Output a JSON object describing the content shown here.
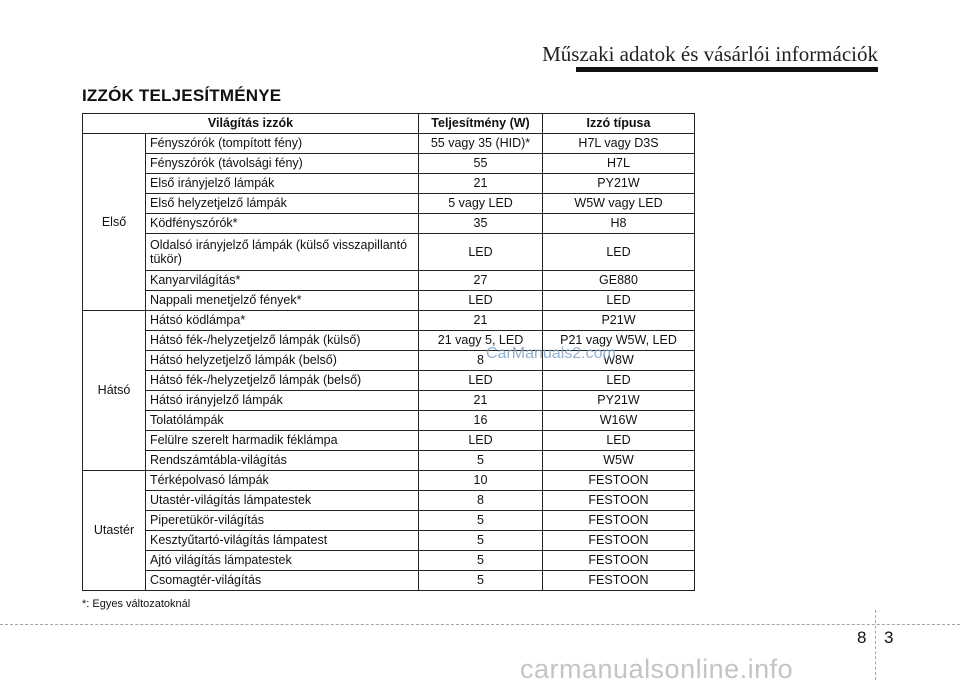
{
  "header": {
    "title": "Műszaki adatok és vásárlói információk"
  },
  "section": {
    "title": "IZZÓK TELJESÍTMÉNYE"
  },
  "table": {
    "headers": [
      "Világítás izzók",
      "Teljesítmény (W)",
      "Izzó típusa"
    ],
    "groups": [
      {
        "label": "Első",
        "rows": [
          [
            "Fényszórók (tompított fény)",
            "55 vagy 35 (HID)*",
            "H7L vagy D3S"
          ],
          [
            "Fényszórók (távolsági fény)",
            "55",
            "H7L"
          ],
          [
            "Első irányjelző lámpák",
            "21",
            "PY21W"
          ],
          [
            "Első helyzetjelző lámpák",
            "5 vagy LED",
            "W5W vagy LED"
          ],
          [
            "Ködfényszórók*",
            "35",
            "H8"
          ],
          [
            "Oldalsó irányjelző lámpák (külső visszapillantó tükör)",
            "LED",
            "LED"
          ],
          [
            "Kanyarvilágítás*",
            "27",
            "GE880"
          ],
          [
            "Nappali menetjelző fények*",
            "LED",
            "LED"
          ]
        ]
      },
      {
        "label": "Hátsó",
        "rows": [
          [
            "Hátsó ködlámpa*",
            "21",
            "P21W"
          ],
          [
            "Hátsó fék-/helyzetjelző lámpák (külső)",
            "21 vagy 5, LED",
            "P21 vagy W5W, LED"
          ],
          [
            "Hátsó helyzetjelző lámpák (belső)",
            "8",
            "W8W"
          ],
          [
            "Hátsó fék-/helyzetjelző lámpák (belső)",
            "LED",
            "LED"
          ],
          [
            "Hátsó irányjelző lámpák",
            "21",
            "PY21W"
          ],
          [
            "Tolatólámpák",
            "16",
            "W16W"
          ],
          [
            "Felülre szerelt harmadik féklámpa",
            "LED",
            "LED"
          ],
          [
            "Rendszámtábla-világítás",
            "5",
            "W5W"
          ]
        ]
      },
      {
        "label": "Utastér",
        "rows": [
          [
            "Térképolvasó lámpák",
            "10",
            "FESTOON"
          ],
          [
            "Utastér-világítás lámpatestek",
            "8",
            "FESTOON"
          ],
          [
            "Piperetükör-világítás",
            "5",
            "FESTOON"
          ],
          [
            "Kesztyűtartó-világítás lámpatest",
            "5",
            "FESTOON"
          ],
          [
            "Ajtó világítás lámpatestek",
            "5",
            "FESTOON"
          ],
          [
            "Csomagtér-világítás",
            "5",
            "FESTOON"
          ]
        ]
      }
    ]
  },
  "footnote": "*: Egyes változatoknál",
  "page": {
    "section": "8",
    "number": "3"
  },
  "watermarks": {
    "middle": "CarManuals2.com",
    "bottom": "carmanualsonline.info"
  }
}
